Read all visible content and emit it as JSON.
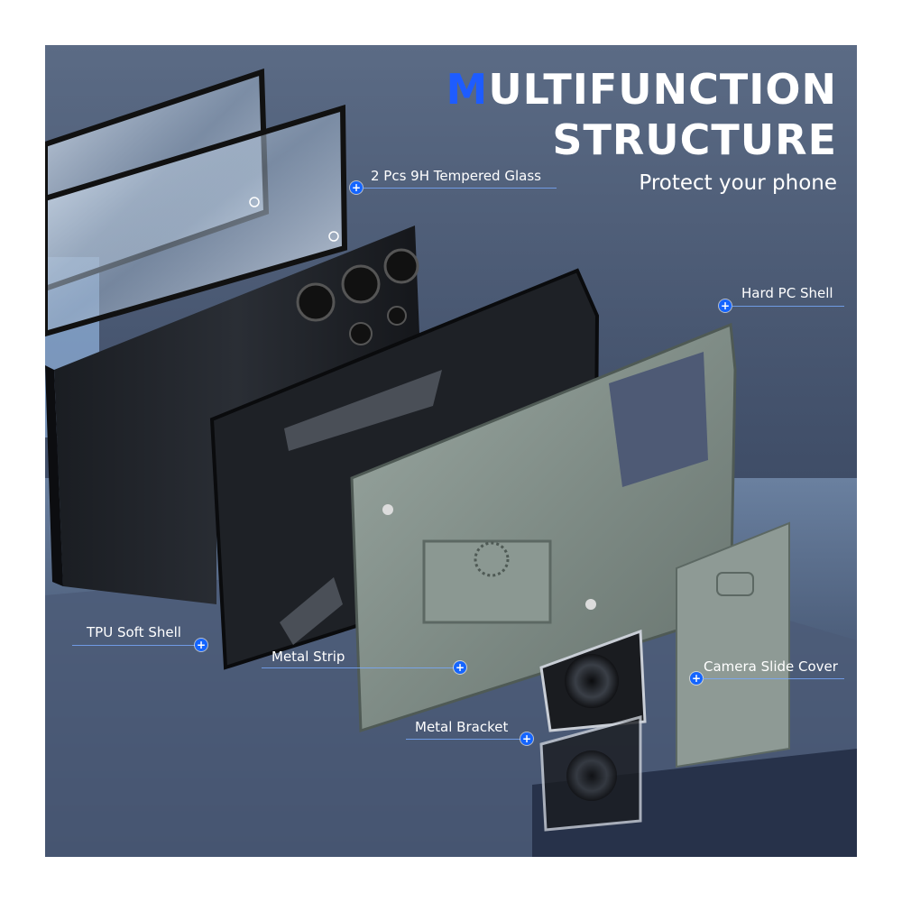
{
  "heading": {
    "accent_letter": "M",
    "line1_rest": "ULTIFUNCTION",
    "line2": "STRUCTURE",
    "subtitle": "Protect your phone"
  },
  "colors": {
    "accent": "#1e5cff",
    "dot": "#1565ff",
    "background": "#3e4c66"
  },
  "callouts": {
    "tempered_glass": "2 Pcs 9H Tempered Glass",
    "hard_pc_shell": "Hard PC Shell",
    "tpu_soft_shell": "TPU Soft Shell",
    "metal_strip": "Metal Strip",
    "camera_slide_cover": "Camera Slide Cover",
    "metal_bracket": "Metal Bracket"
  },
  "icons": {
    "callout_marker": "plus-icon"
  }
}
